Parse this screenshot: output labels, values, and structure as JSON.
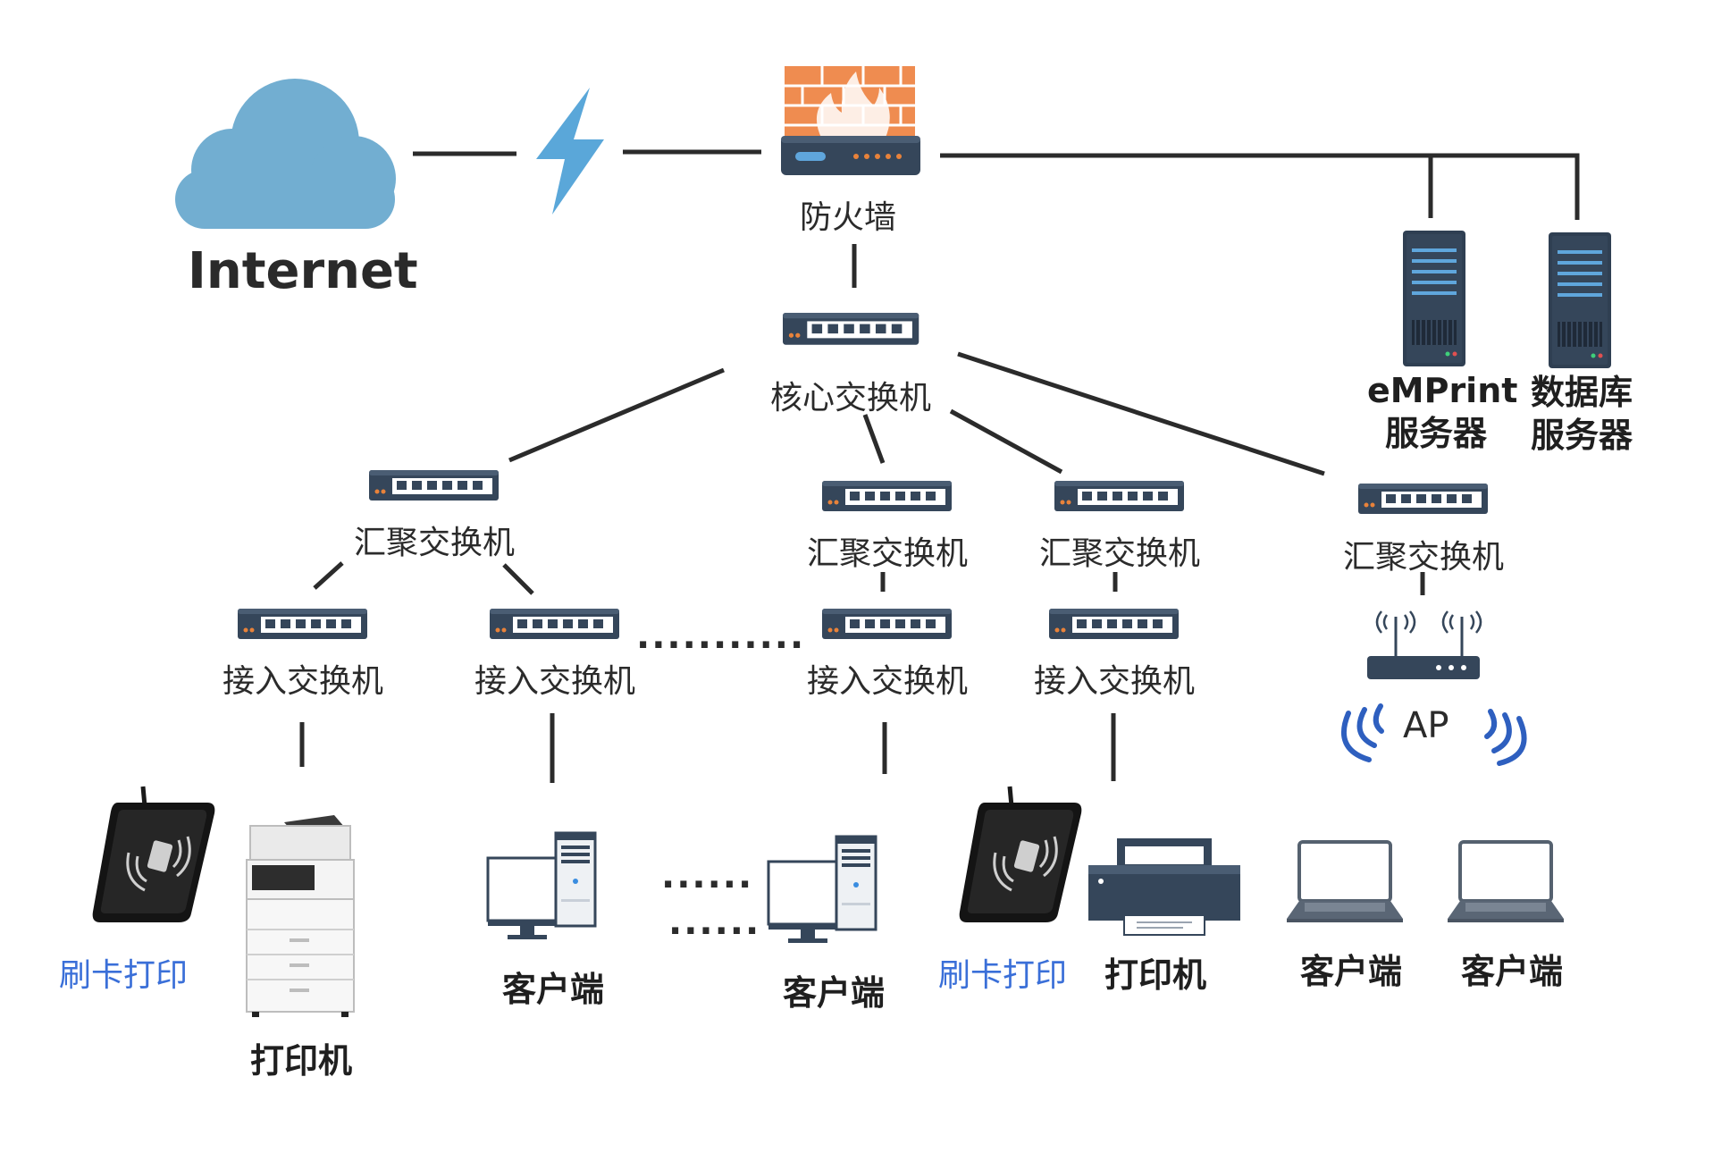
{
  "labels": {
    "internet": "Internet",
    "firewall": "防火墙",
    "core_switch": "核心交换机",
    "agg_switch": "汇聚交换机",
    "access_switch": "接入交换机",
    "eMPrint_server_line1": "eMPrint",
    "eMPrint_server_line2": "服务器",
    "db_server_line1": "数据库",
    "db_server_line2": "服务器",
    "ap": "AP",
    "card_print": "刷卡打印",
    "printer": "打印机",
    "client": "客户端",
    "ellipsis_long": "...........",
    "ellipsis_short": "......"
  },
  "colors": {
    "cloud": "#72aed1",
    "lightning": "#5aa7d9",
    "device_dark": "#35465a",
    "port_white": "#ffffff",
    "led_orange": "#e8823a",
    "brick": "#ef8c50",
    "link": "#2b2b2b",
    "card_text": "#3a6fd8"
  },
  "icons": [
    "cloud-icon",
    "lightning-icon",
    "firewall-icon",
    "switch-icon",
    "server-icon",
    "ap-icon",
    "wifi-icon",
    "card-reader-icon",
    "mfp-printer-icon",
    "printer-icon",
    "desktop-icon",
    "laptop-icon"
  ]
}
